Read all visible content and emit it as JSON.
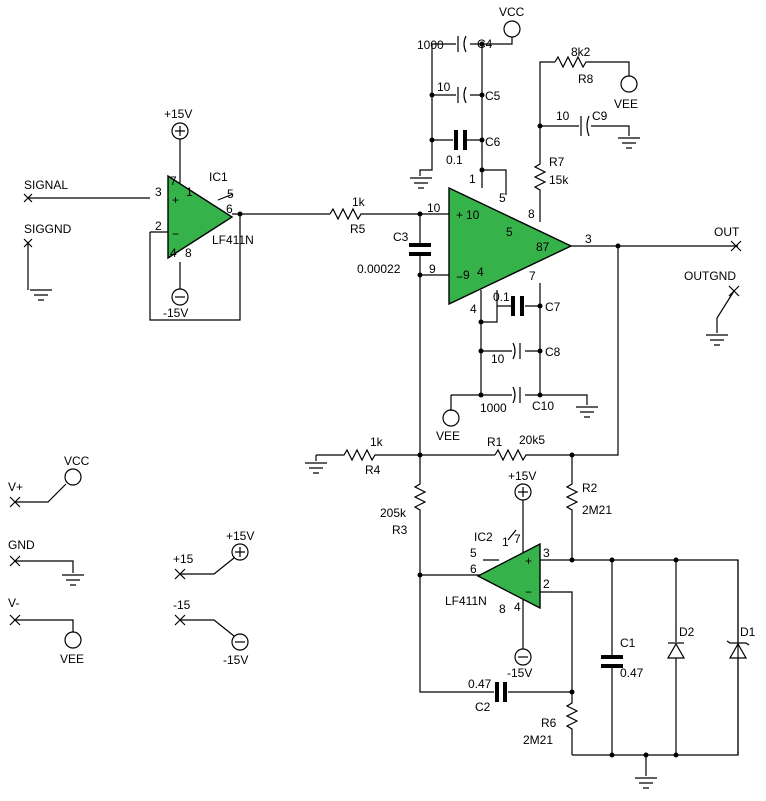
{
  "ports": {
    "signal": "SIGNAL",
    "siggnd": "SIGGND",
    "out": "OUT",
    "outgnd": "OUTGND",
    "vplus": "V+",
    "gnd": "GND",
    "vminus": "V-",
    "p15": "+15",
    "m15": "-15"
  },
  "supplies": {
    "vcc": "VCC",
    "vee": "VEE",
    "p15v": "+15V",
    "m15v": "-15V"
  },
  "ic1": {
    "ref": "IC1",
    "part": "LF411N",
    "pins": [
      "3",
      "2",
      "6",
      "5",
      "1",
      "7",
      "4",
      "8"
    ]
  },
  "ic2": {
    "ref": "IC2",
    "part": "LF411N",
    "pins": [
      "3",
      "2",
      "6",
      "5",
      "1",
      "7",
      "4",
      "8"
    ]
  },
  "main_amp": {
    "pins": [
      "10",
      "1",
      "5",
      "3",
      "87",
      "9",
      "4",
      "7",
      "8",
      "5",
      "10",
      "9"
    ]
  },
  "resistors": [
    {
      "ref": "R1",
      "value": "20k5"
    },
    {
      "ref": "R2",
      "value": "2M21"
    },
    {
      "ref": "R3",
      "value": "205k"
    },
    {
      "ref": "R4",
      "value": "1k"
    },
    {
      "ref": "R5",
      "value": "1k"
    },
    {
      "ref": "R6",
      "value": "2M21"
    },
    {
      "ref": "R7",
      "value": "15k"
    },
    {
      "ref": "R8",
      "value": "8k2"
    }
  ],
  "capacitors": [
    {
      "ref": "C1",
      "value": "0.47"
    },
    {
      "ref": "C2",
      "value": "0.47"
    },
    {
      "ref": "C3",
      "value": "0.00022"
    },
    {
      "ref": "C4",
      "value": "1000"
    },
    {
      "ref": "C5",
      "value": "10"
    },
    {
      "ref": "C6",
      "value": "0.1"
    },
    {
      "ref": "C7",
      "value": "0.1"
    },
    {
      "ref": "C8",
      "value": "10"
    },
    {
      "ref": "C9",
      "value": "10"
    },
    {
      "ref": "C10",
      "value": "1000"
    }
  ],
  "diodes": [
    {
      "ref": "D1"
    },
    {
      "ref": "D2"
    }
  ],
  "symbols": {
    "plus": "+",
    "minus": "−",
    "plus_circle": "⊕",
    "minus_circle": "⊖"
  }
}
